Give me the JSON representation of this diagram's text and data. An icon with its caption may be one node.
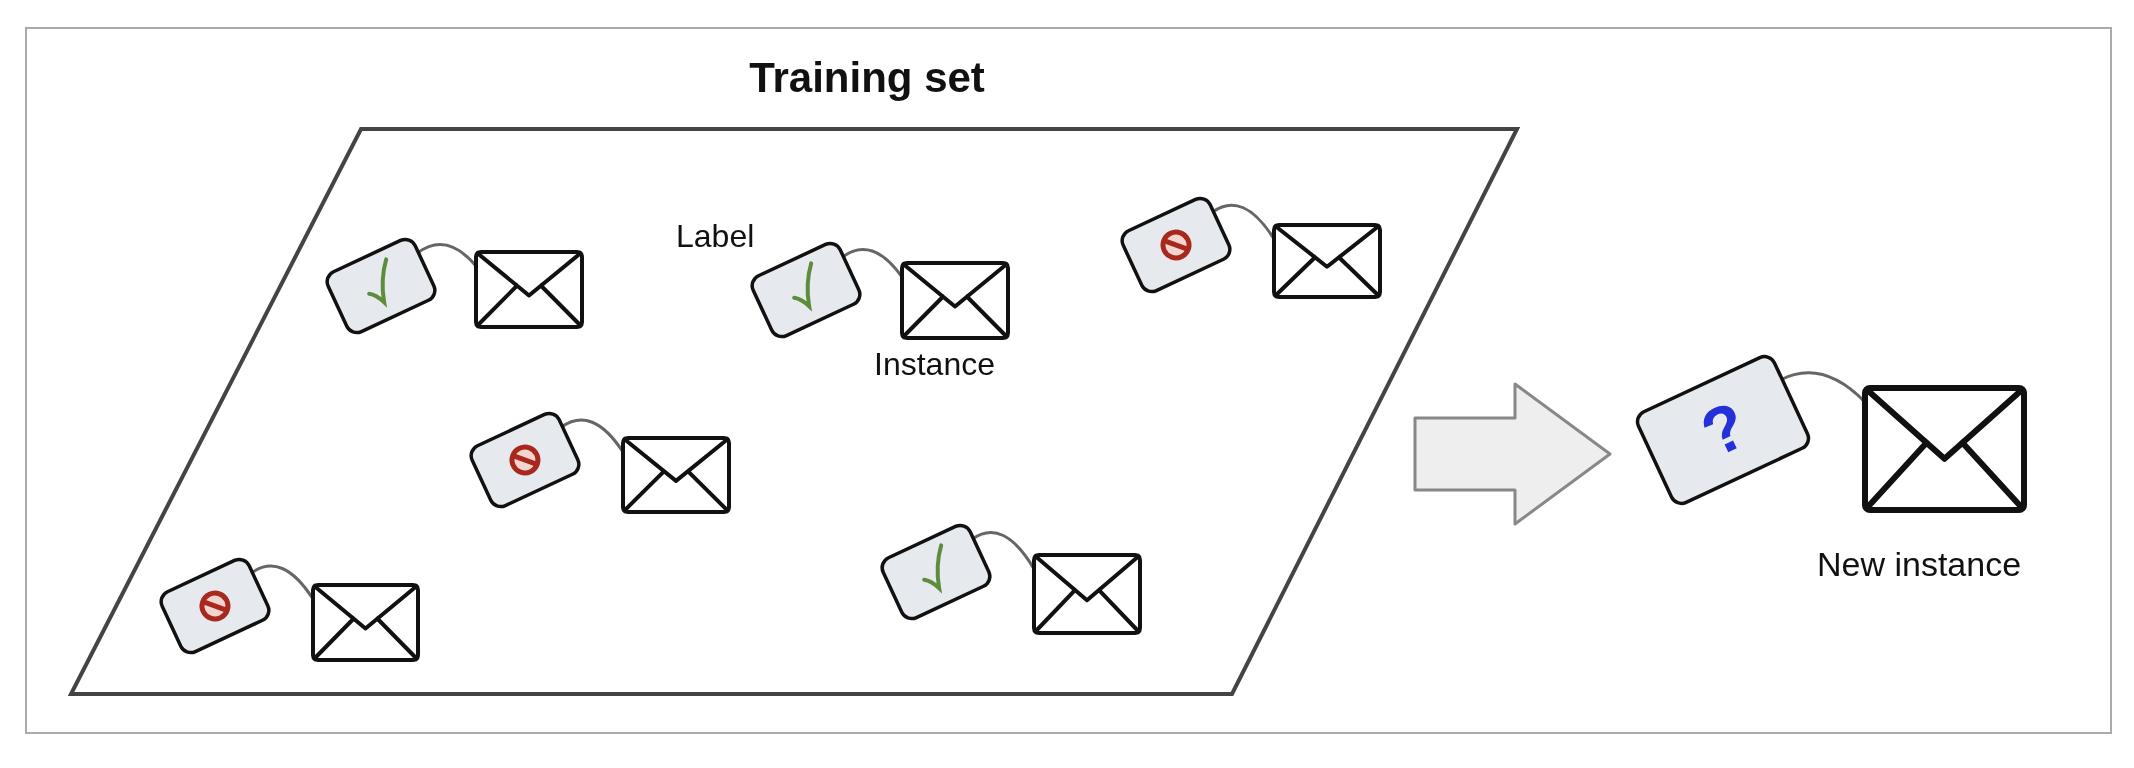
{
  "diagram": {
    "nodes": [
      {
        "text": [
          "Training set"
        ]
      },
      {
        "text": [],
        "shape": "envelope",
        "beside": [
          "New instance"
        ]
      }
    ],
    "edges": [
      {
        "from": 0,
        "to": 1,
        "arrow": "to",
        "style": "thick"
      }
    ],
    "labels": [
      "Label",
      "Instance",
      "?"
    ]
  }
}
